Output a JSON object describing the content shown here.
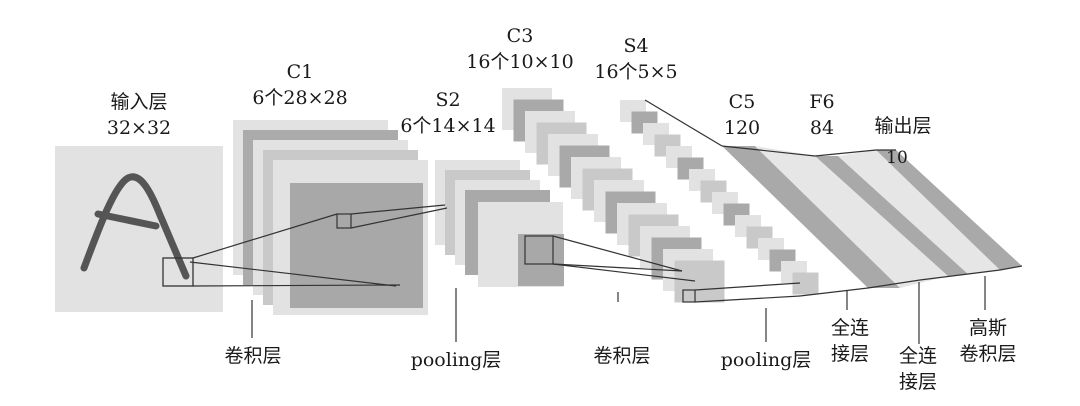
{
  "layers": {
    "input": {
      "name": "输入层",
      "size": "32×32"
    },
    "c1": {
      "name": "C1",
      "size": "6个28×28"
    },
    "s2": {
      "name": "S2",
      "size": "6个14×14"
    },
    "c3": {
      "name": "C3",
      "size": "16个10×10"
    },
    "s4": {
      "name": "S4",
      "size": "16个5×5"
    },
    "c5": {
      "name": "C5",
      "size": "120"
    },
    "f6": {
      "name": "F6",
      "size": "84"
    },
    "output": {
      "name": "输出层",
      "size": "10"
    }
  },
  "ops": {
    "conv1": "卷积层",
    "pool1": "pooling层",
    "conv2": "卷积层",
    "pool2": "pooling层",
    "fc1_a": "全连",
    "fc1_b": "接层",
    "fc2_a": "全连",
    "fc2_b": "接层",
    "gauss_a": "高斯",
    "gauss_b": "卷积层"
  },
  "colors": {
    "light": "#e2e2e2",
    "mid": "#c9c9c9",
    "dark": "#a9a9a9",
    "line": "#333333"
  }
}
